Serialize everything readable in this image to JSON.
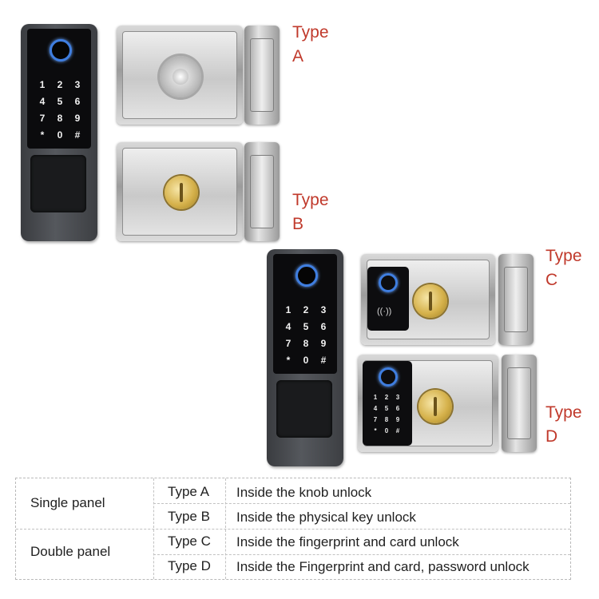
{
  "keypad": [
    "1",
    "2",
    "3",
    "4",
    "5",
    "6",
    "7",
    "8",
    "9",
    "*",
    "0",
    "#"
  ],
  "labels": {
    "a": [
      "Type",
      "A"
    ],
    "b": [
      "Type",
      "B"
    ],
    "c": [
      "Type",
      "C"
    ],
    "d": [
      "Type",
      "D"
    ]
  },
  "rfid_symbol": "((·))",
  "table": {
    "groups": [
      {
        "name": "Single panel",
        "rows": [
          {
            "type": "Type A",
            "desc": "Inside the knob unlock"
          },
          {
            "type": "Type B",
            "desc": "Inside the physical key unlock"
          }
        ]
      },
      {
        "name": "Double panel",
        "rows": [
          {
            "type": "Type C",
            "desc": "Inside the fingerprint and card unlock"
          },
          {
            "type": "Type D",
            "desc": "Inside the Fingerprint and card, password unlock"
          }
        ]
      }
    ]
  },
  "colors": {
    "label_red": "#c0392b",
    "ring_blue": "#3f7ee0",
    "brass": "#d6b24c"
  }
}
